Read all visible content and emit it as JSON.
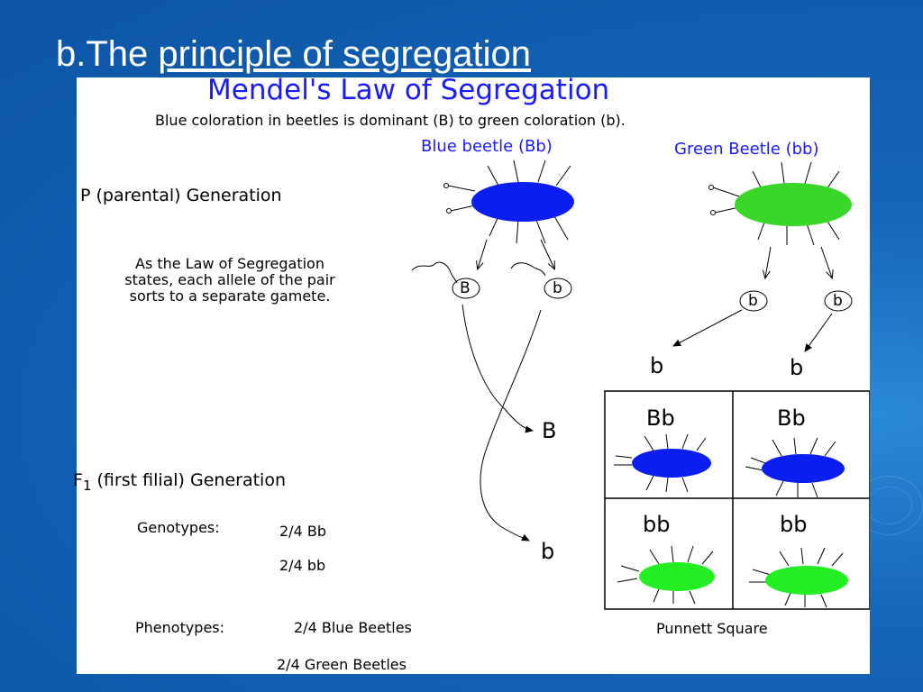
{
  "slide": {
    "title_prefix": "b.The ",
    "title_underlined": "principle of segregation"
  },
  "figure": {
    "heading": "Mendel's Law of Segregation",
    "subheading": "Blue coloration in beetles is dominant (B) to green coloration (b).",
    "parents": {
      "blue_label": "Blue beetle (Bb)",
      "green_label": "Green Beetle (bb)"
    },
    "p_generation": "P (parental) Generation",
    "law_text": [
      "As the Law of Segregation",
      "states, each allele of the pair",
      "sorts to a separate gamete."
    ],
    "gametes": {
      "blue_parent": [
        "B",
        "b"
      ],
      "green_parent": [
        "b",
        "b"
      ],
      "green_side_labels": [
        "b",
        "b"
      ],
      "cross_labels": [
        "B",
        "b"
      ]
    },
    "f1_generation": {
      "f": "F",
      "sub": "1",
      "rest": " (first filial) Generation"
    },
    "genotypes": {
      "label": "Genotypes:",
      "values": [
        "2/4 Bb",
        "2/4 bb"
      ]
    },
    "phenotypes": {
      "label": "Phenotypes:",
      "values": [
        "2/4 Blue Beetles",
        "2/4 Green Beetles"
      ]
    },
    "punnett": {
      "cells": [
        {
          "genotype": "Bb",
          "color": "#0a1ef0"
        },
        {
          "genotype": "Bb",
          "color": "#0a1ef0"
        },
        {
          "genotype": "bb",
          "color": "#22ee22"
        },
        {
          "genotype": "bb",
          "color": "#22ee22"
        }
      ],
      "caption": "Punnett Square"
    },
    "colors": {
      "blue_beetle": "#0a1ef0",
      "green_beetle": "#3ad62a",
      "heading_blue": "#1a1aff"
    }
  }
}
